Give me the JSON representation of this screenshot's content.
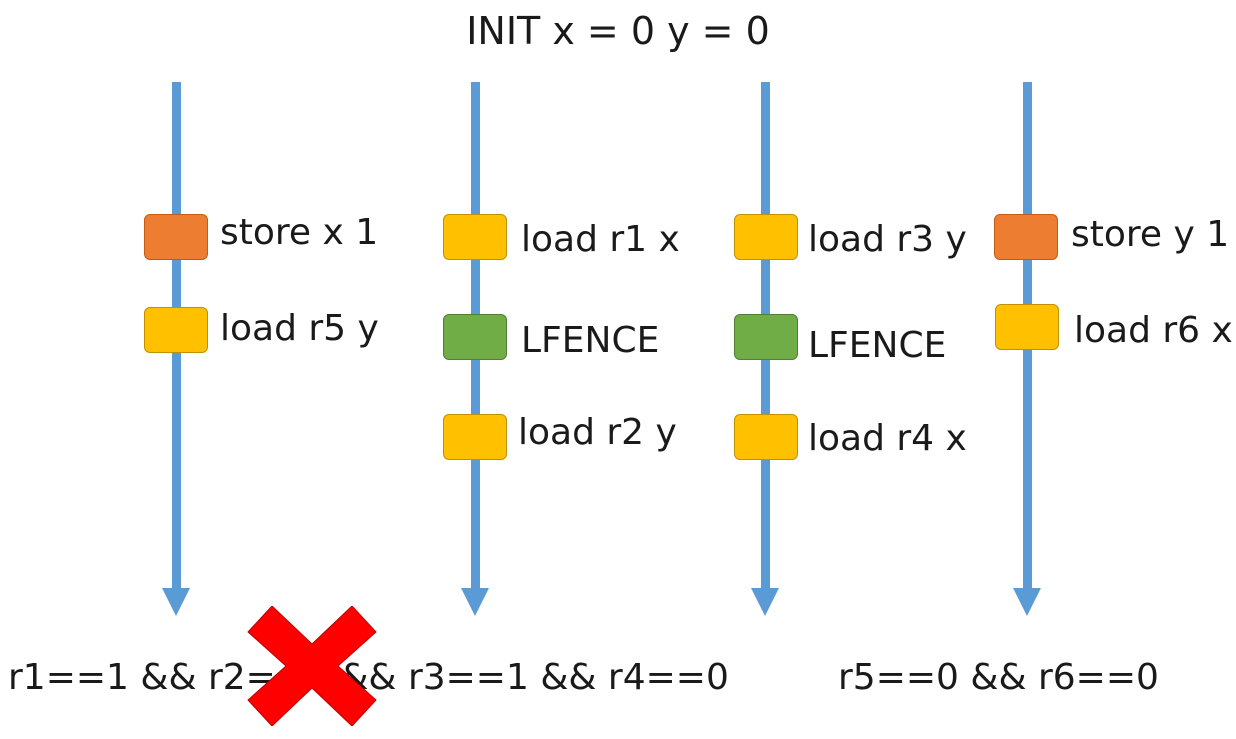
{
  "title": "INIT x = 0 y = 0",
  "threads": [
    {
      "ops": [
        {
          "kind": "store",
          "label": "store x 1"
        },
        {
          "kind": "load",
          "label": "load r5 y"
        }
      ]
    },
    {
      "ops": [
        {
          "kind": "load",
          "label": "load r1 x"
        },
        {
          "kind": "fence",
          "label": "LFENCE"
        },
        {
          "kind": "load",
          "label": "load r2 y"
        }
      ]
    },
    {
      "ops": [
        {
          "kind": "load",
          "label": "load r3 y"
        },
        {
          "kind": "fence",
          "label": "LFENCE"
        },
        {
          "kind": "load",
          "label": "load r4 x"
        }
      ]
    },
    {
      "ops": [
        {
          "kind": "store",
          "label": "store y 1"
        },
        {
          "kind": "load",
          "label": "load r6 x"
        }
      ]
    }
  ],
  "results": {
    "left": "r1==1 && r2==0 && r3==1 && r4==0",
    "right": "r5==0 && r6==0"
  },
  "colors": {
    "arrow": "#5b9bd5",
    "store": "#ed7d31",
    "load": "#ffc000",
    "fence": "#70ad47",
    "cross": "#ff0000"
  },
  "icons": {
    "forbidden": "cross-icon"
  }
}
